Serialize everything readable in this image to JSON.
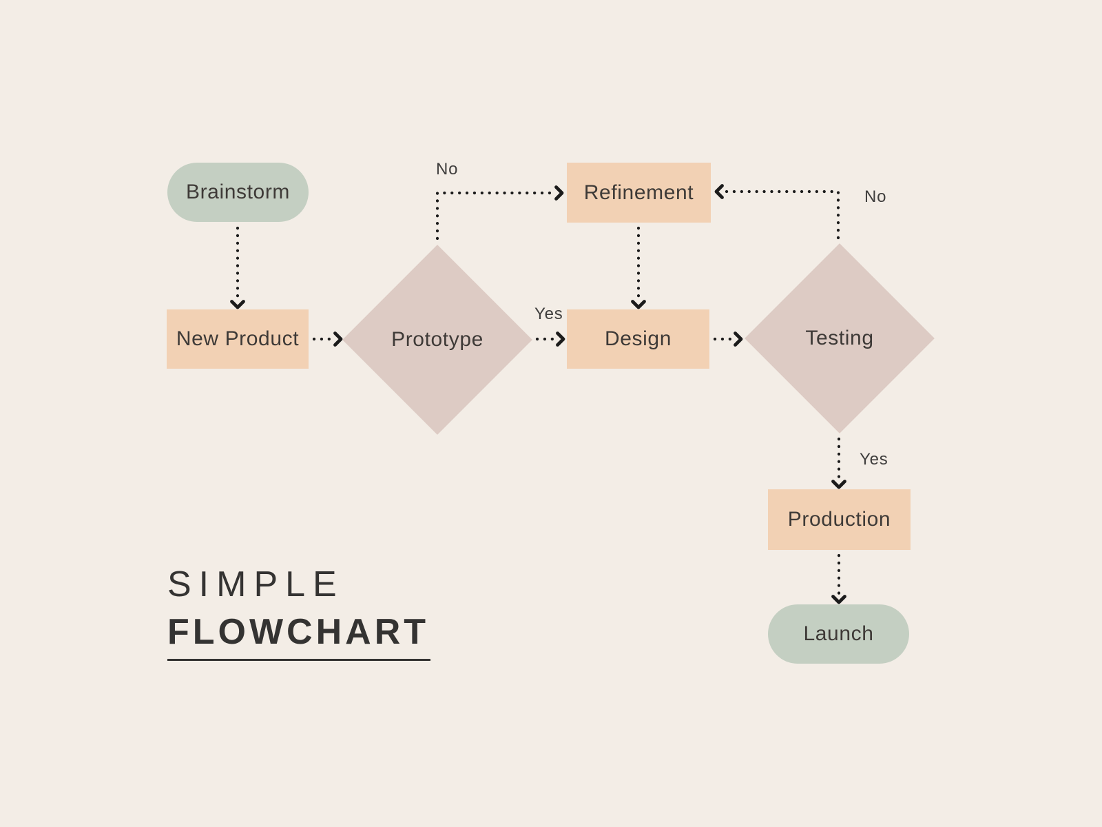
{
  "title": {
    "line1": "SIMPLE",
    "line2": "FLOWCHART"
  },
  "nodes": {
    "brainstorm": {
      "label": "Brainstorm",
      "type": "terminator"
    },
    "new_product": {
      "label": "New Product",
      "type": "process"
    },
    "prototype": {
      "label": "Prototype",
      "type": "decision"
    },
    "refinement": {
      "label": "Refinement",
      "type": "process"
    },
    "design": {
      "label": "Design",
      "type": "process"
    },
    "testing": {
      "label": "Testing",
      "type": "decision"
    },
    "production": {
      "label": "Production",
      "type": "process"
    },
    "launch": {
      "label": "Launch",
      "type": "terminator"
    }
  },
  "edge_labels": {
    "prototype_to_refinement": "No",
    "prototype_to_design": "Yes",
    "testing_to_refinement": "No",
    "testing_to_production": "Yes"
  },
  "colors": {
    "background": "#f3ede6",
    "terminator": "#c4cfc2",
    "process": "#f2d1b4",
    "decision": "#ddcbc4",
    "node_text": "#3e3a37",
    "title_text": "#343332",
    "arrow": "#1b1b1b",
    "label_text": "#3f3e3d"
  }
}
